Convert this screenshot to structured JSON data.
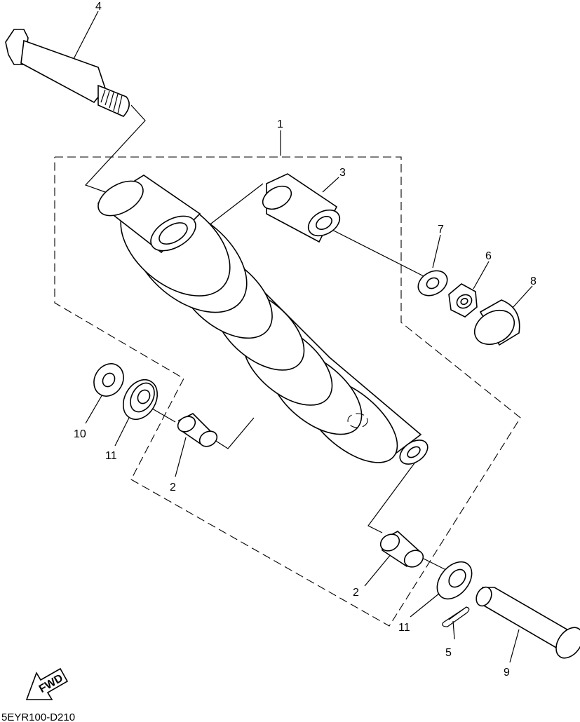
{
  "diagram": {
    "callouts": [
      "1",
      "2",
      "2",
      "3",
      "4",
      "5",
      "6",
      "7",
      "8",
      "9",
      "10",
      "11",
      "11"
    ],
    "fwd_label": "FWD",
    "drawing_code": "5EYR100-D210"
  }
}
